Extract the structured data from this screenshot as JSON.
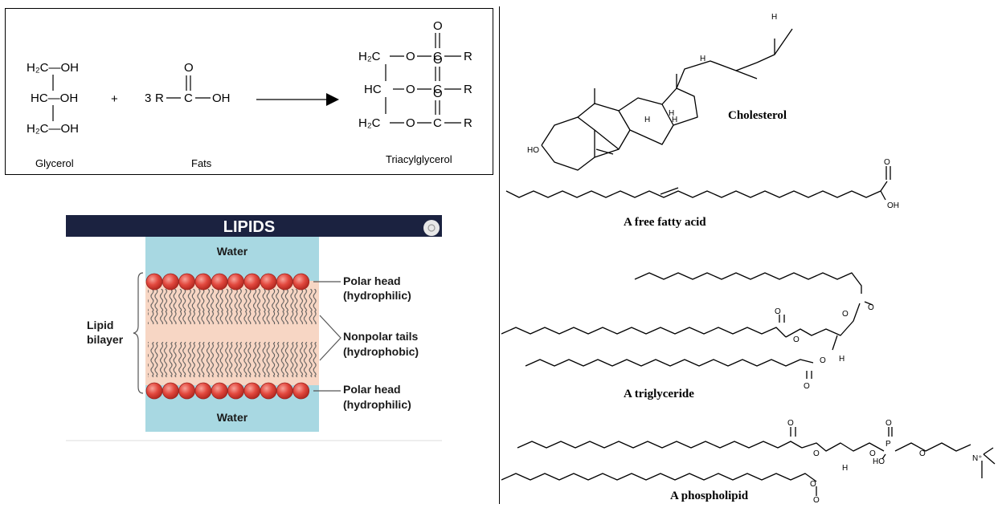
{
  "reaction": {
    "glycerol_rows": [
      "H₂C—OH",
      "HC—OH",
      "H₂C—OH"
    ],
    "plus": "+",
    "coefficient": "3",
    "acid_r": "R",
    "acid_o": "O",
    "acid_c": "C",
    "acid_oh": "OH",
    "product_h2c": "H₂C",
    "product_hc": "HC",
    "product_o": "O",
    "product_c": "C",
    "product_r": "R",
    "label_glycerol": "Glycerol",
    "label_fats": "Fats",
    "label_product": "Triacylglycerol"
  },
  "bilayer": {
    "title": "LIPIDS",
    "water_top": "Water",
    "water_bottom": "Water",
    "lipid_label_line1": "Lipid",
    "lipid_label_line2": "bilayer",
    "polar_head_top_line1": "Polar head",
    "polar_head_top_line2": "(hydrophilic)",
    "nonpolar_line1": "Nonpolar tails",
    "nonpolar_line2": "(hydrophobic)",
    "polar_head_bottom_line1": "Polar head",
    "polar_head_bottom_line2": "(hydrophilic)",
    "colors": {
      "header": "#1b2240",
      "water": "#a8d8e2",
      "tails": "#f7d6c4",
      "head": "#e2483e"
    }
  },
  "structures": {
    "cholesterol_label": "Cholesterol",
    "cholesterol_ho": "HO",
    "hydrogen": "H",
    "fatty_acid_label": "A free fatty acid",
    "oxygen": "O",
    "hydroxyl": "OH",
    "triglyceride_label": "A triglyceride",
    "phospholipid_label": "A phospholipid",
    "phosphorus": "P",
    "phospho_ho": "HO",
    "ammonium": "N⁺"
  }
}
